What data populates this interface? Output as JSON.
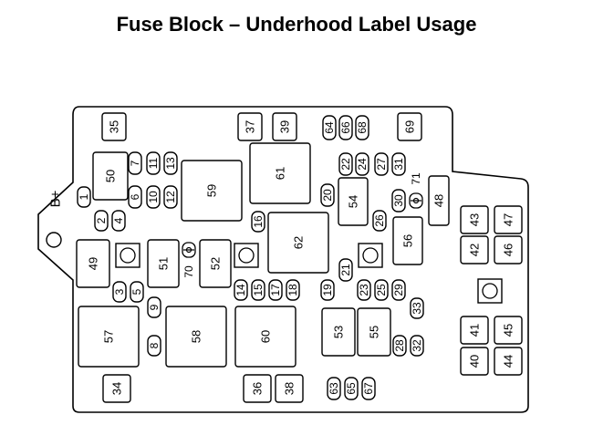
{
  "title": "Fuse Block – Underhood Label Usage",
  "terminal_label": "B+",
  "colors": {
    "stroke": "#000000",
    "background": "#ffffff"
  },
  "components": {
    "c35": "35",
    "c37": "37",
    "c39": "39",
    "c64": "64",
    "c66": "66",
    "c68": "68",
    "c69": "69",
    "c50": "50",
    "c7": "7",
    "c11": "11",
    "c13": "13",
    "c59": "59",
    "c61": "61",
    "c22": "22",
    "c24": "24",
    "c27": "27",
    "c31": "31",
    "c71": "71",
    "c1": "1",
    "c6": "6",
    "c10": "10",
    "c12": "12",
    "c20": "20",
    "c54": "54",
    "c30": "30",
    "c48": "48",
    "c2": "2",
    "c4": "4",
    "c16": "16",
    "c62": "62",
    "c26": "26",
    "c56": "56",
    "c43": "43",
    "c47": "47",
    "c42": "42",
    "c46": "46",
    "c49": "49",
    "c51": "51",
    "c52": "52",
    "c70": "70",
    "c21": "21",
    "c3": "3",
    "c5": "5",
    "c14": "14",
    "c15": "15",
    "c17": "17",
    "c18": "18",
    "c19": "19",
    "c23": "23",
    "c25": "25",
    "c29": "29",
    "c33": "33",
    "c9": "9",
    "c57": "57",
    "c58": "58",
    "c60": "60",
    "c53": "53",
    "c55": "55",
    "c41": "41",
    "c45": "45",
    "c8": "8",
    "c28": "28",
    "c32": "32",
    "c40": "40",
    "c44": "44",
    "c34": "34",
    "c36": "36",
    "c38": "38",
    "c63": "63",
    "c65": "65",
    "c67": "67"
  }
}
